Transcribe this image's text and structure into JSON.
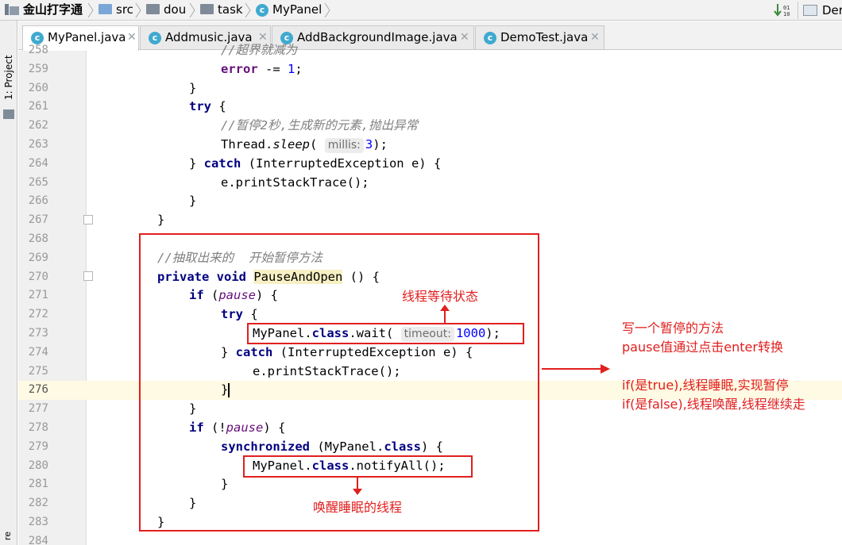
{
  "breadcrumb": [
    {
      "label": "金山打字通",
      "icon": "project-icon"
    },
    {
      "label": "src",
      "icon": "source-folder-icon"
    },
    {
      "label": "dou",
      "icon": "package-folder-icon"
    },
    {
      "label": "task",
      "icon": "package-folder-icon"
    },
    {
      "label": "MyPanel",
      "icon": "class-icon"
    }
  ],
  "toolbar_right": {
    "run_config_label": "Der"
  },
  "tool_window": {
    "project_label": "1: Project",
    "bottom_label": "re"
  },
  "tabs": [
    {
      "label": "MyPanel.java",
      "active": true
    },
    {
      "label": "Addmusic.java",
      "active": false
    },
    {
      "label": "AddBackgroundImage.java",
      "active": false
    },
    {
      "label": "DemoTest.java",
      "active": false
    }
  ],
  "editor": {
    "current_line": "276",
    "lines": [
      {
        "n": "258",
        "text": "//超界就减为"
      },
      {
        "n": "259",
        "text": "error -= 1;"
      },
      {
        "n": "260",
        "text": "}"
      },
      {
        "n": "261",
        "text": "try {"
      },
      {
        "n": "262",
        "text": "//暂停2秒,生成新的元素,抛出异常"
      },
      {
        "n": "263",
        "text": "Thread.sleep( millis: 3);"
      },
      {
        "n": "264",
        "text": "} catch (InterruptedException e) {"
      },
      {
        "n": "265",
        "text": "e.printStackTrace();"
      },
      {
        "n": "266",
        "text": "}"
      },
      {
        "n": "267",
        "text": "}"
      },
      {
        "n": "268",
        "text": ""
      },
      {
        "n": "269",
        "text": "//抽取出来的  开始暂停方法"
      },
      {
        "n": "270",
        "text": "private void PauseAndOpen () {"
      },
      {
        "n": "271",
        "text": "if (pause) {"
      },
      {
        "n": "272",
        "text": "try {"
      },
      {
        "n": "273",
        "text": "MyPanel.class.wait( timeout: 1000);"
      },
      {
        "n": "274",
        "text": "} catch (InterruptedException e) {"
      },
      {
        "n": "275",
        "text": "e.printStackTrace();"
      },
      {
        "n": "276",
        "text": "}"
      },
      {
        "n": "277",
        "text": "}"
      },
      {
        "n": "278",
        "text": "if (!pause) {"
      },
      {
        "n": "279",
        "text": "synchronized (MyPanel.class) {"
      },
      {
        "n": "280",
        "text": "MyPanel.class.notifyAll();"
      },
      {
        "n": "281",
        "text": "}"
      },
      {
        "n": "282",
        "text": "}"
      },
      {
        "n": "283",
        "text": "}"
      },
      {
        "n": "284",
        "text": ""
      }
    ],
    "tokens": {
      "l258": "//超界就减为",
      "l259_a": "error",
      "l259_b": " -= ",
      "l259_c": "1",
      "l259_d": ";",
      "brace_close": "}",
      "kw_try": "try",
      "brace_open_sp": " {",
      "l262": "//暂停2秒,生成新的元素,抛出异常",
      "l263_a": "Thread.",
      "l263_b": "sleep",
      "l263_c": "(",
      "l263_hint": "millis:",
      "l263_num": "3",
      "l263_end": ");",
      "l264_a": "} ",
      "kw_catch": "catch",
      "l264_b": " (InterruptedException e) {",
      "l265": "e.printStackTrace();",
      "l269": "//抽取出来的  开始暂停方法",
      "kw_private": "private",
      "kw_void": "void",
      "method_name": "PauseAndOpen",
      "l270_end": " () {",
      "kw_if": "if",
      "l271_a": " (",
      "var_pause": "pause",
      "l271_b": ") {",
      "l273_a": "MyPanel.",
      "kw_class": "class",
      "l273_b": ".wait(",
      "l273_hint": "timeout:",
      "l273_num": "1000",
      "l273_end": ");",
      "l278_a": " (!",
      "kw_synchronized": "synchronized",
      "l279_a": " (MyPanel.",
      "l279_b": ") {",
      "l280_b": ".notifyAll();"
    }
  },
  "annotations": {
    "wait_label": "线程等待状态",
    "notify_label": "唤醒睡眠的线程",
    "summary_lines": [
      "写一个暂停的方法",
      "pause值通过点击enter转换",
      "",
      "if(是true),线程睡眠,实现暂停",
      "if(是false),线程唤醒,线程继续走"
    ],
    "color": "#e0201f"
  },
  "colors": {
    "keyword": "#000080",
    "field": "#660e7a",
    "number": "#0000ff",
    "comment": "#808080",
    "current_line_bg": "#fffae3",
    "annotation": "#e0201f"
  }
}
